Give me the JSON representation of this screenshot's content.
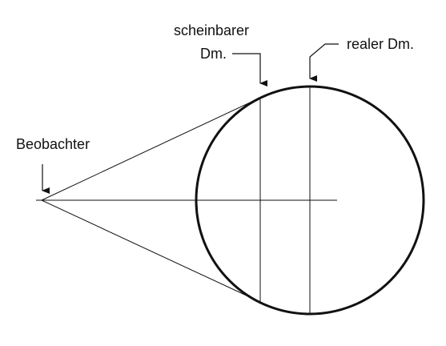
{
  "labels": {
    "observer": "Beobachter",
    "apparent_diameter_line1": "scheinbarer",
    "apparent_diameter_line2": "Dm.",
    "real_diameter": "realer Dm."
  },
  "colors": {
    "stroke": "#111111",
    "background": "#ffffff"
  }
}
